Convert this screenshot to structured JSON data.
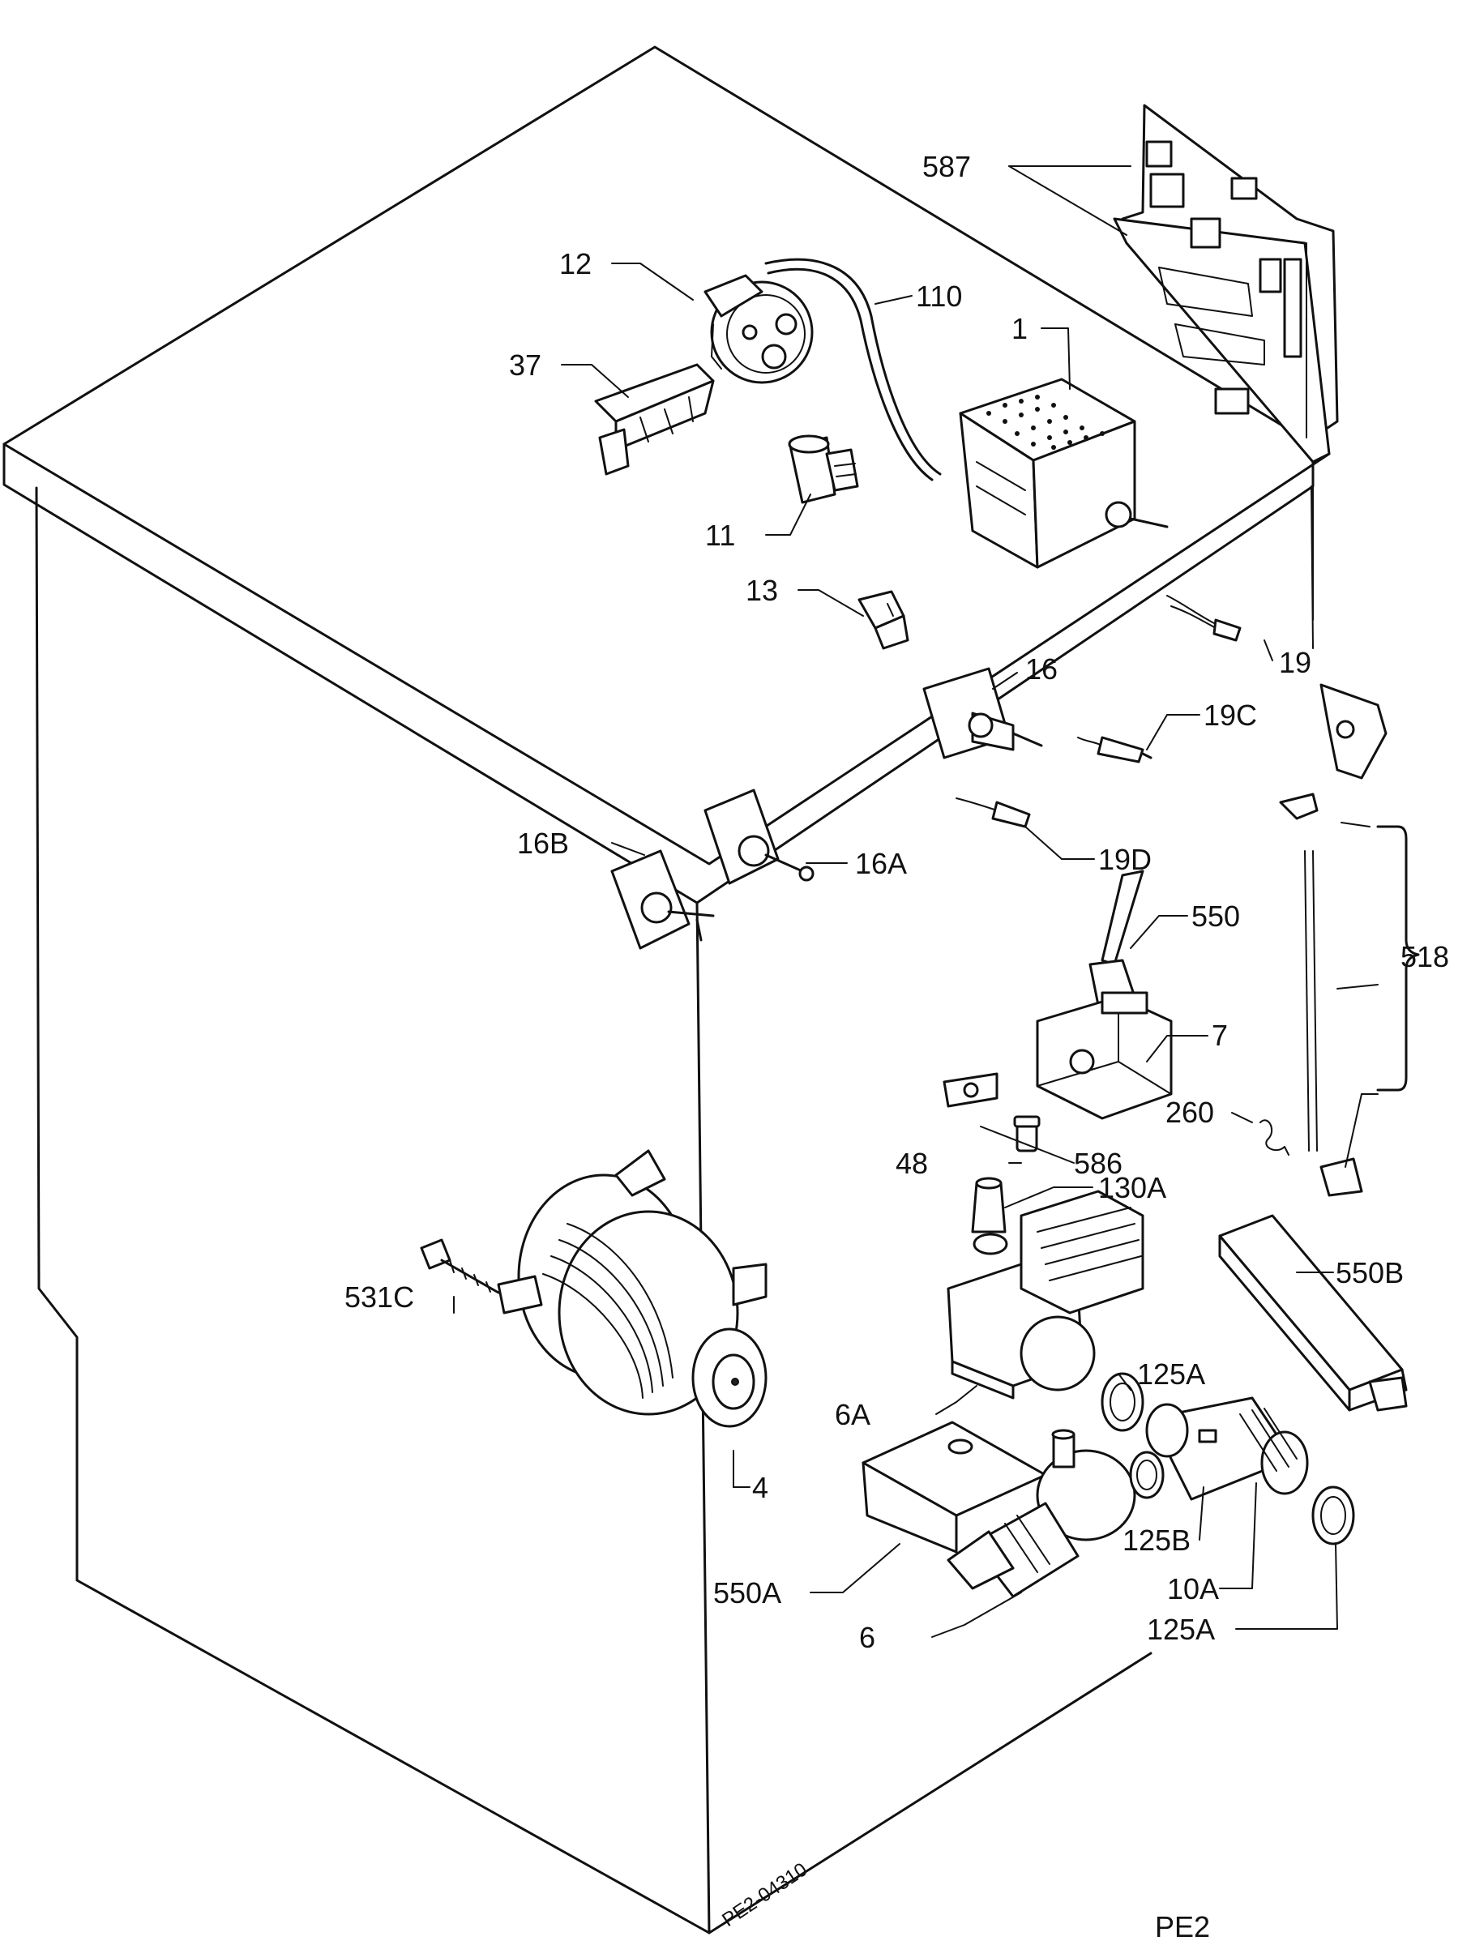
{
  "labels": {
    "l587": "587",
    "l12": "12",
    "l110": "110",
    "l1": "1",
    "l37": "37",
    "l11": "11",
    "l13": "13",
    "l19": "19",
    "l16": "16",
    "l19c": "19C",
    "l16b": "16B",
    "l16a": "16A",
    "l19d": "19D",
    "l550": "550",
    "l518": "518",
    "l7": "7",
    "l260": "260",
    "l586": "586",
    "l48": "48",
    "l130a": "130A",
    "l550b": "550B",
    "l531c": "531C",
    "l125a_top": "125A",
    "l6a": "6A",
    "l4": "4",
    "l125b": "125B",
    "l10a": "10A",
    "l550a": "550A",
    "l125a_bottom": "125A",
    "l6": "6"
  },
  "drawing_code": "PE2-04310",
  "page_code": "PE2"
}
